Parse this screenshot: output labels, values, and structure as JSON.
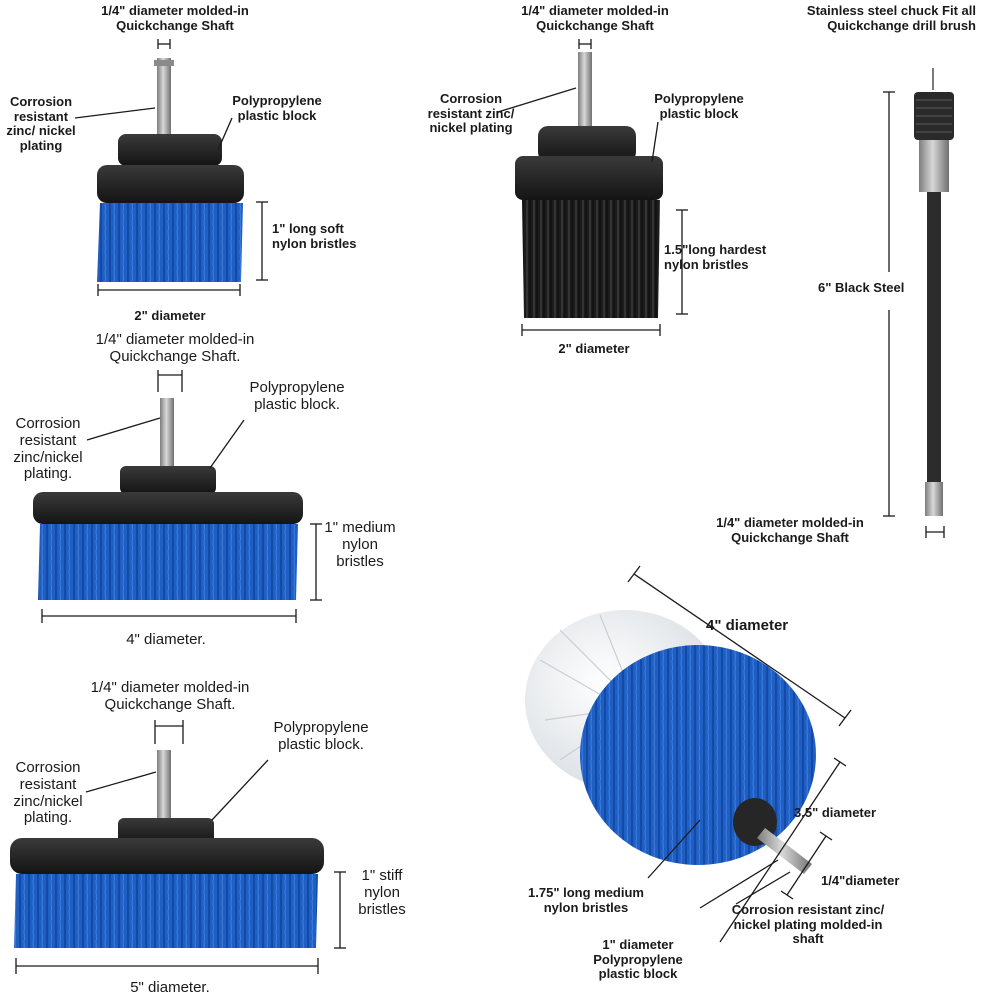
{
  "labels": {
    "b1_shaft": "1/4\" diameter molded-in Quickchange Shaft",
    "b1_corrosion": "Corrosion resistant zinc/ nickel plating",
    "b1_block": "Polypropylene plastic block",
    "b1_bristles": "1\" long soft nylon bristles",
    "b1_diameter": "2\" diameter",
    "b2_shaft": "1/4\" diameter molded-in Quickchange Shaft",
    "b2_corrosion": "Corrosion resistant zinc/ nickel plating",
    "b2_block": "Polypropylene plastic block",
    "b2_bristles": "1.5\"long hardest nylon bristles",
    "b2_diameter": "2\" diameter",
    "ext_chuck": "Stainless steel chuck Fit all Quickchange drill brush",
    "ext_steel": "6\" Black Steel",
    "ext_shaft": "1/4\" diameter molded-in Quickchange Shaft",
    "b3_shaft": "1/4\" diameter molded-in Quickchange Shaft.",
    "b3_corrosion": "Corrosion resistant zinc/nickel plating.",
    "b3_block": "Polypropylene plastic block.",
    "b3_bristles": "1\" medium nylon bristles",
    "b3_diameter": "4\" diameter.",
    "b4_shaft": "1/4\" diameter molded-in Quickchange Shaft.",
    "b4_corrosion": "Corrosion resistant zinc/nickel plating.",
    "b4_block": "Polypropylene plastic block.",
    "b4_bristles": "1\" stiff nylon bristles",
    "b4_diameter": "5\" diameter.",
    "b5_diameter4": "4\" diameter",
    "b5_diameter35": "3.5\" diameter",
    "b5_diameter14": "1/4\"diameter",
    "b5_bristles": "1.75\" long medium nylon bristles",
    "b5_corrosion": "Corrosion resistant zinc/ nickel plating molded-in shaft",
    "b5_block": "1\" diameter Polypropylene plastic block"
  },
  "colors": {
    "bristle_blue": "#1f5fc4",
    "bristle_black": "#1c1c1c",
    "bristle_white": "#f4f6f8",
    "block": "#262626",
    "shaft": "#a8a8a8"
  }
}
